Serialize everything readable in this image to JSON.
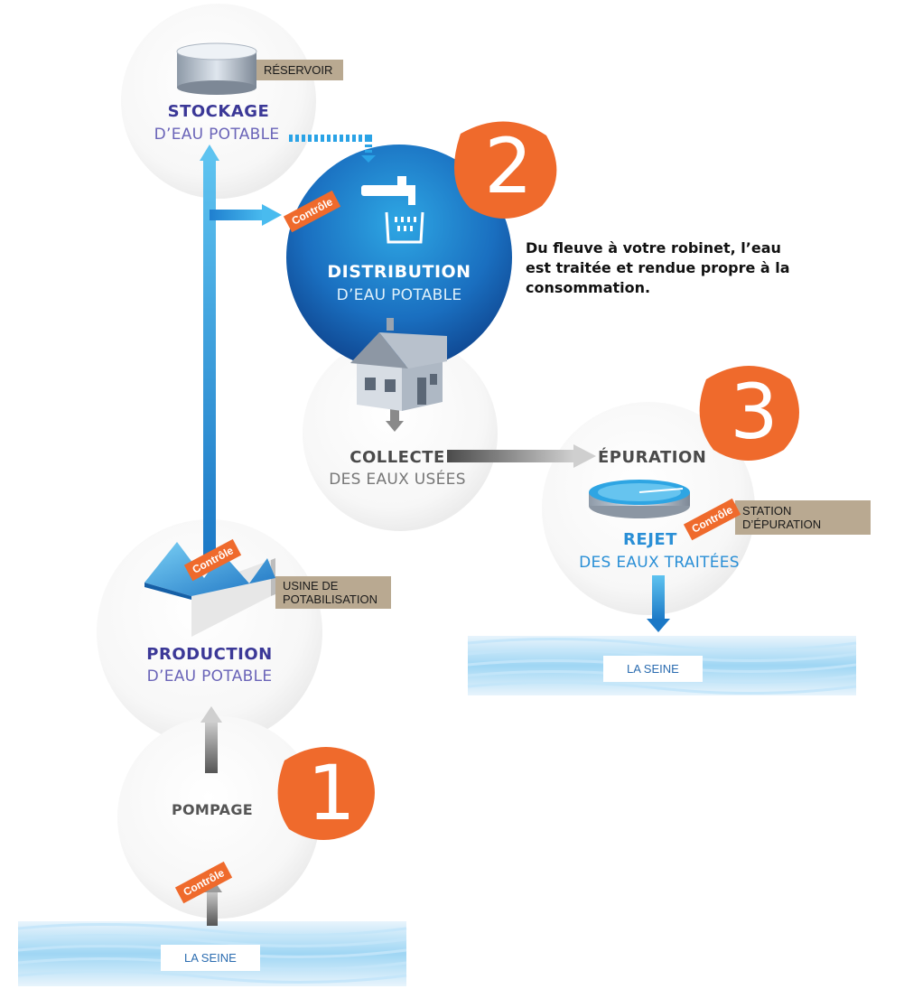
{
  "caption": "Du fleuve à votre robinet, l’eau est traitée et rendue propre à la consommation.",
  "stages": {
    "stockage": {
      "title": "STOCKAGE",
      "subtitle": "D’EAU POTABLE",
      "tag": "RÉSERVOIR"
    },
    "distribution": {
      "title": "DISTRIBUTION",
      "subtitle": "D’EAU POTABLE"
    },
    "collecte": {
      "title": "COLLECTE",
      "subtitle": "DES EAUX USÉES"
    },
    "epuration": {
      "title": "ÉPURATION",
      "tag": "STATION D’ÉPURATION"
    },
    "rejet": {
      "title": "REJET",
      "subtitle": "DES EAUX TRAITÉES"
    },
    "production": {
      "title": "PRODUCTION",
      "subtitle": "D’EAU POTABLE",
      "tag_line1": "USINE DE",
      "tag_line2": "POTABILISATION"
    },
    "pompage": {
      "title": "POMPAGE"
    }
  },
  "control_label": "Contrôle",
  "river_label": "LA SEINE",
  "step_numbers": [
    "1",
    "2",
    "3"
  ],
  "colors": {
    "title_purple": "#3b3897",
    "subtitle_purple": "#6a64b8",
    "blue_dark": "#0f4d9a",
    "blue_light": "#35b0ea",
    "orange": "#ef6a2c",
    "tag_beige": "#b9a991",
    "gray_text": "#555555"
  }
}
